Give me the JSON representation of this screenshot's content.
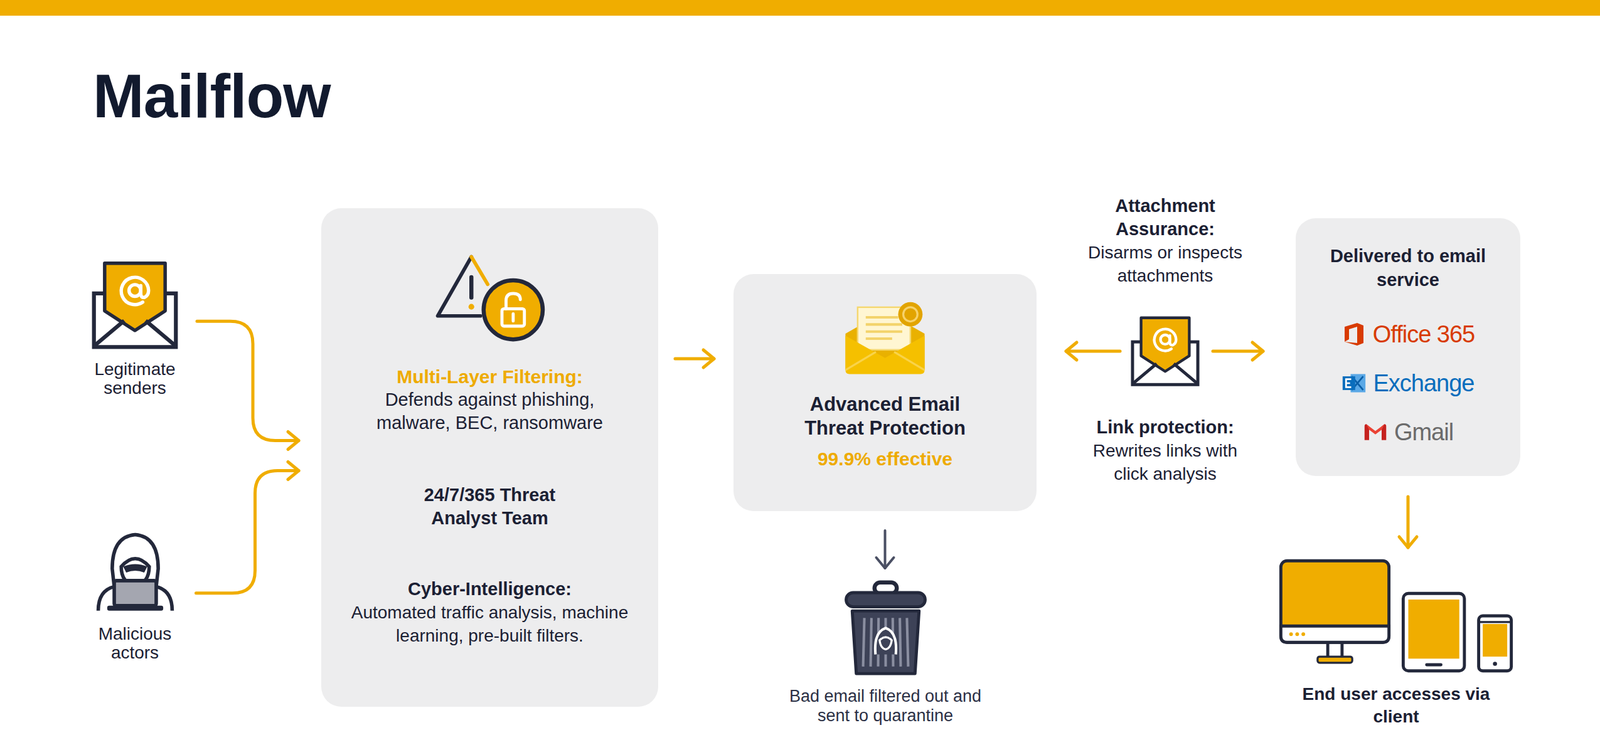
{
  "diagram": {
    "title": "Mailflow",
    "nodes": [
      {
        "text": [
          "Legitimate senders"
        ]
      },
      {
        "text": [
          "Malicious actors"
        ]
      },
      {
        "text": [
          "Multi-Layer Filtering:",
          "Defends against phishing, malware, BEC, ransomware",
          "24/7/365 Threat Analyst Team",
          "Cyber-Intelligence:",
          "Automated traffic analysis, machine learning, pre-built filters."
        ]
      },
      {
        "text": [
          "Advanced Email Threat Protection",
          "99.9% effective"
        ]
      },
      {
        "text": [
          "Bad email filtered out and sent to quarantine"
        ]
      },
      {
        "text": [
          "Attachment Assurance:",
          "Disarms or inspects attachments",
          "Link protection:",
          "Rewrites links with click analysis"
        ]
      },
      {
        "text": [
          "Delivered to email service",
          "Office 365",
          "Exchange",
          "Gmail"
        ]
      },
      {
        "text": [
          "End user accesses via client"
        ]
      }
    ],
    "edges": [
      {
        "from": 0,
        "to": 2,
        "arrow": "to"
      },
      {
        "from": 1,
        "to": 2,
        "arrow": "to"
      },
      {
        "from": 2,
        "to": 3,
        "arrow": "to"
      },
      {
        "from": 3,
        "to": 4,
        "arrow": "to"
      },
      {
        "from": 5,
        "to": 3,
        "arrow": "to"
      },
      {
        "from": 5,
        "to": 6,
        "arrow": "to"
      },
      {
        "from": 6,
        "to": 7,
        "arrow": "to"
      }
    ]
  }
}
